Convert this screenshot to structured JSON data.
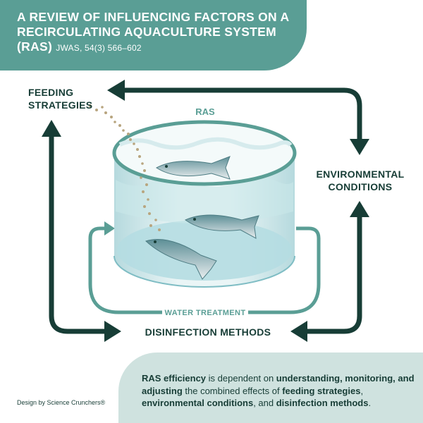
{
  "header": {
    "title": "A REVIEW OF INFLUENCING FACTORS ON A RECIRCULATING AQUACULTURE SYSTEM (RAS)",
    "citation": "JWAS, 54(3) 566–602"
  },
  "diagram": {
    "tank_label": "RAS",
    "water_treatment_label": "WATER TREATMENT",
    "nodes": {
      "feeding": "FEEDING STRATEGIES",
      "environmental": "ENVIRONMENTAL CONDITIONS",
      "disinfection": "DISINFECTION METHODS"
    }
  },
  "info": {
    "t1": "RAS efficiency",
    "t2": " is dependent on ",
    "t3": "understanding, monitoring, and adjusting",
    "t4": " the combined effects of ",
    "t5": "feeding strategies",
    "t6": ", ",
    "t7": "environmental conditions",
    "t8": ", and ",
    "t9": "disinfection methods",
    "t10": "."
  },
  "credit": "Design by Science Crunchers®",
  "colors": {
    "teal": "#5a9e95",
    "dark_green": "#173d36",
    "light_teal": "#cfe2df",
    "water": "#b5dde2",
    "feed": "#b8a57f"
  }
}
